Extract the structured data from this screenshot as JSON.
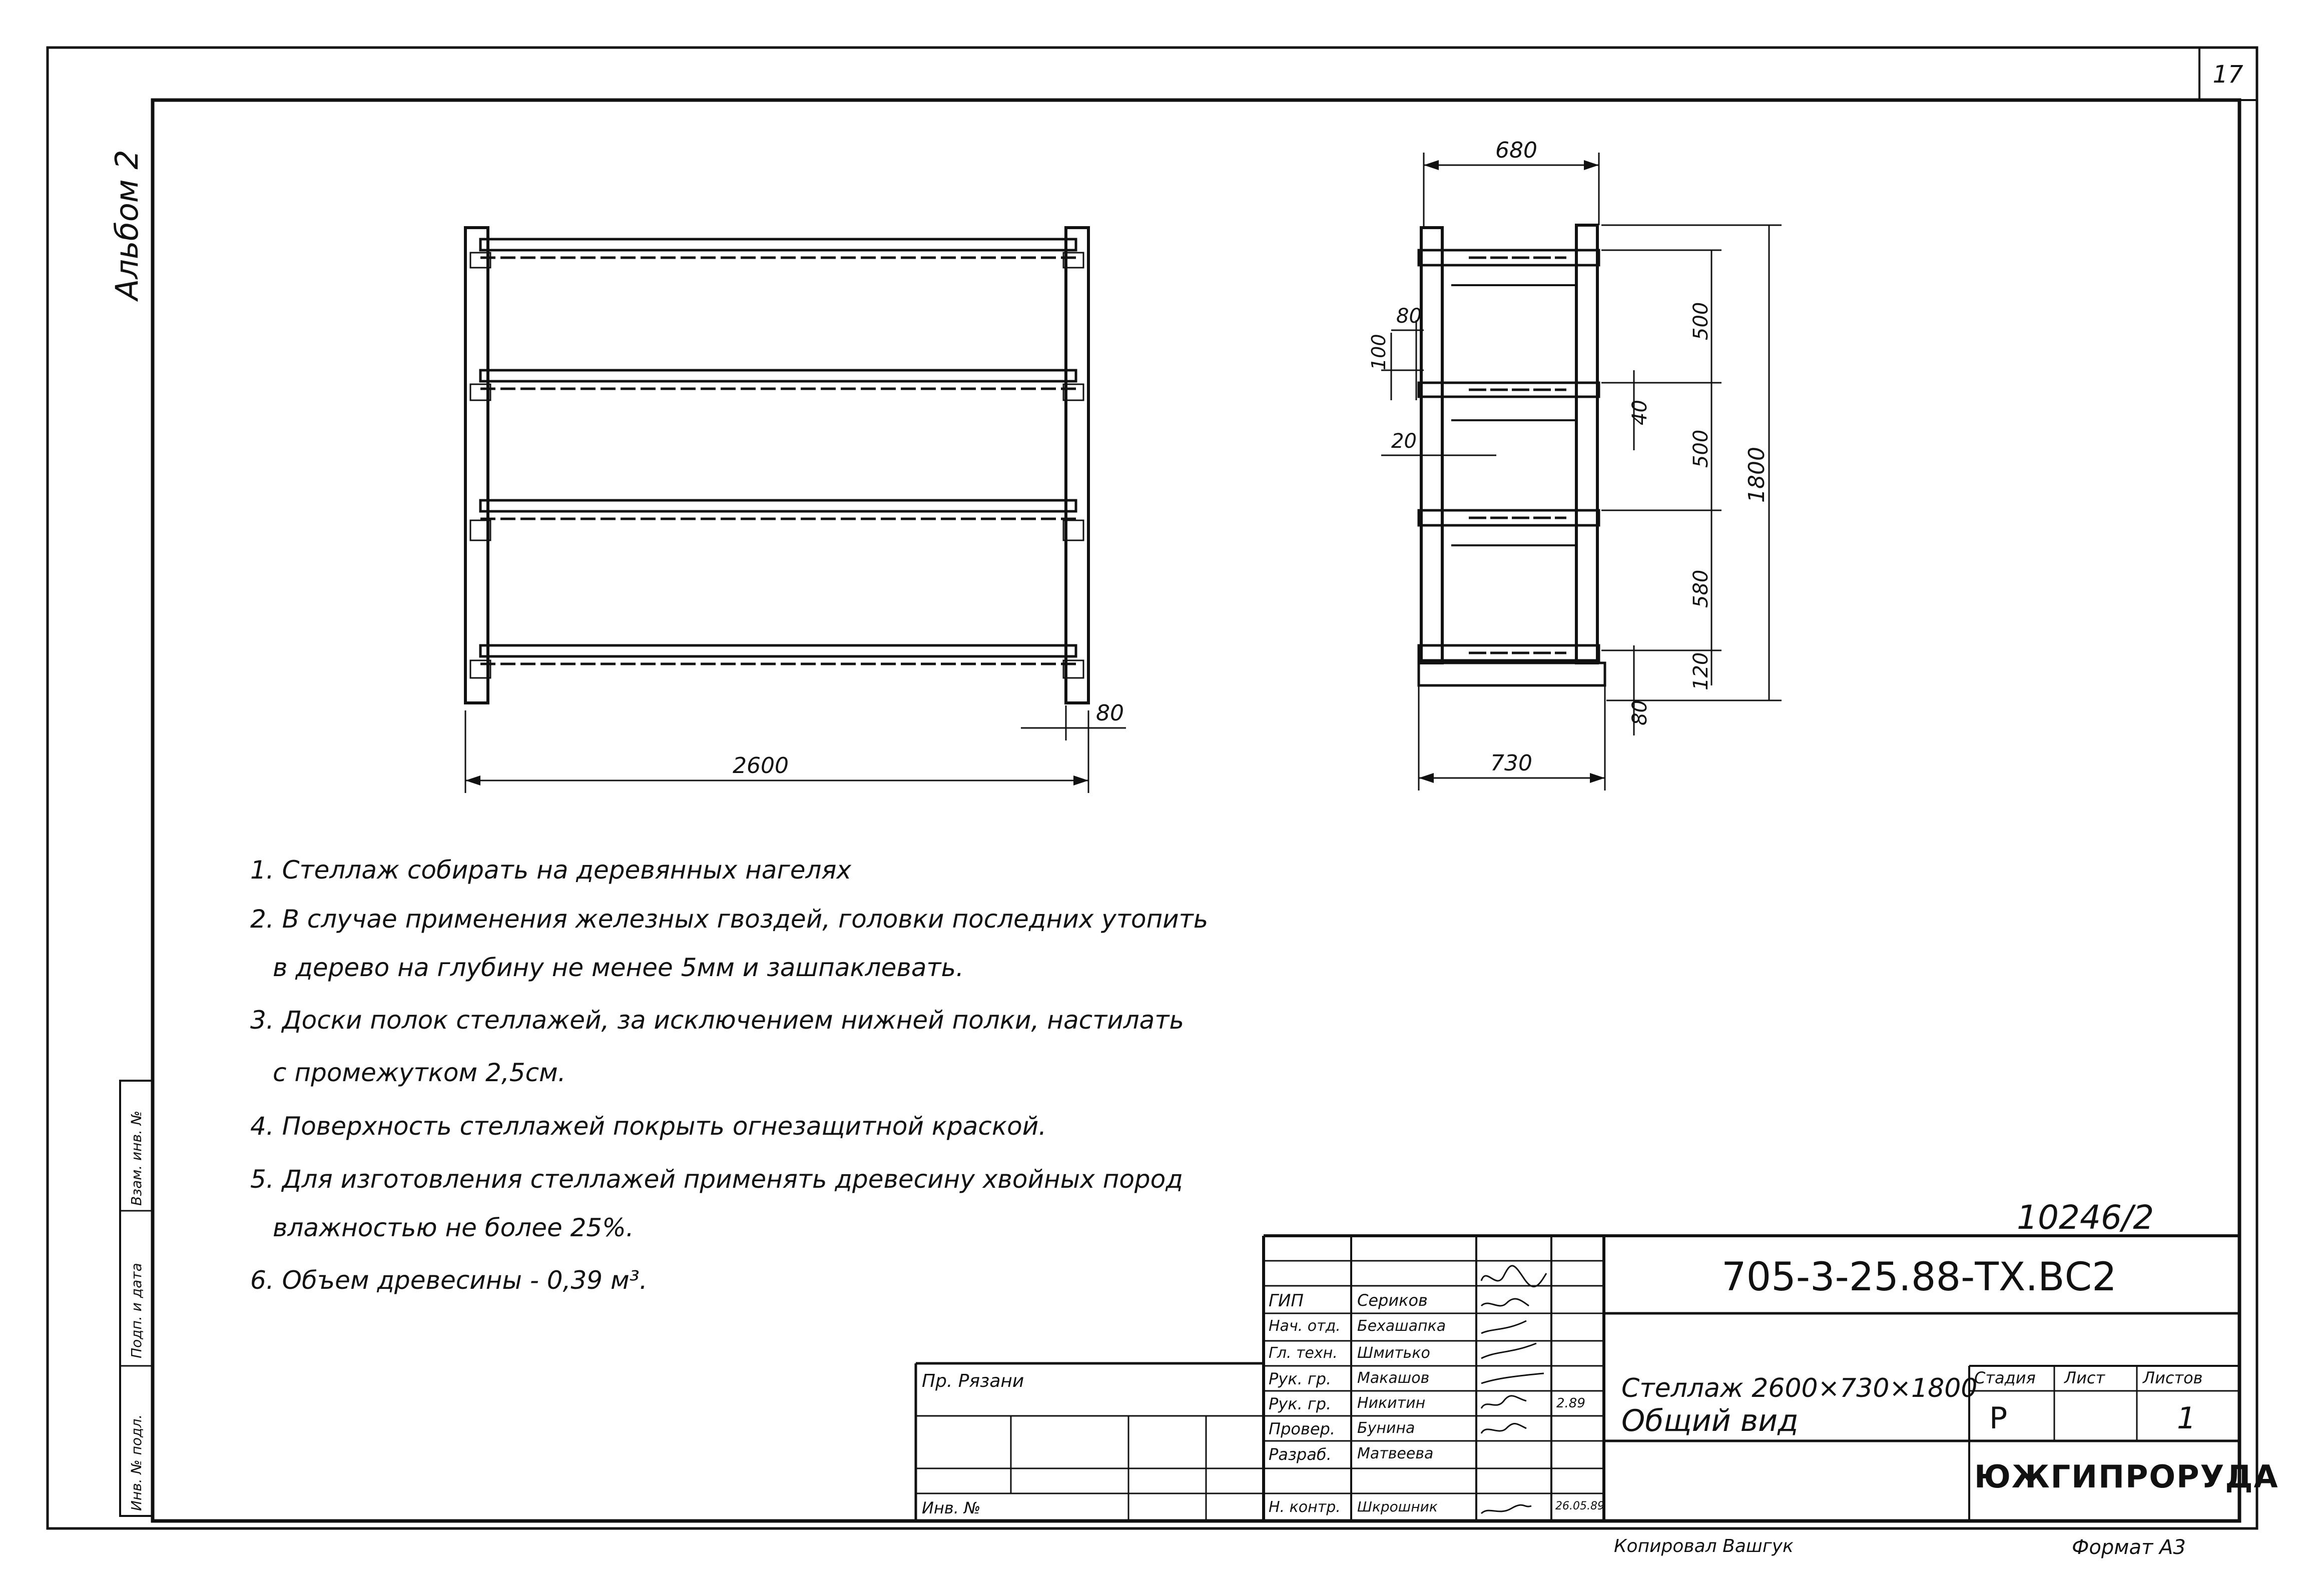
{
  "page_number": "17",
  "album_label": "Альбом 2",
  "side_stamps": [
    "Инв. № подл.",
    "Подп. и дата",
    "Взам. инв. №"
  ],
  "front_view": {
    "width_dim": "2600",
    "post_dim": "80"
  },
  "side_view": {
    "top_dim": "680",
    "bottom_dim": "730",
    "height_dim": "1800",
    "spans": [
      "500",
      "500",
      "580",
      "120"
    ],
    "plank_dim": "40",
    "base_dim": "80",
    "left_dims": [
      "100",
      "80",
      "20"
    ]
  },
  "notes": [
    "1. Стеллаж собирать на деревянных нагелях",
    "2. В случае применения железных гвоздей, головки последних утопить",
    "в дерево на глубину не менее 5мм и зашпаклевать.",
    "3. Доски полок стеллажей, за исключением нижней полки, настилать",
    "с промежутком 2,5см.",
    "4. Поверхность стеллажей покрыть огнезащитной краской.",
    "5. Для изготовления стеллажей применять древесину хвойных пород",
    "влажностью не более 25%.",
    "6. Объем древесины - 0,39 м³."
  ],
  "title_block": {
    "doc_number": "705-3-25.88-ТХ.ВС2",
    "handwritten_number": "10246/2",
    "title_line1": "Стеллаж 2600×730×1800",
    "title_line2": "Общий вид",
    "stage_header": "Стадия",
    "sheet_header": "Лист",
    "sheets_header": "Листов",
    "stage": "Р",
    "sheets": "1",
    "org": "ЮЖГИПРОРУДА",
    "inv_label": "Инв. №",
    "project_label": "Пр. Рязани",
    "roles": [
      "ГИП",
      "Нач. отд.",
      "Гл. техн.",
      "Рук. гр.",
      "Рук. гр.",
      "Провер.",
      "Разраб.",
      "Н. контр."
    ],
    "names": [
      "Сериков",
      "Бехашапка",
      "Шмитько",
      "Макашов",
      "Никитин",
      "Бунина",
      "Матвеева",
      "Шкрошник"
    ],
    "date_1": "2.89",
    "date_2": "26.05.89"
  },
  "footer": {
    "copied_by": "Копировал Вашгук",
    "format": "Формат А3"
  }
}
